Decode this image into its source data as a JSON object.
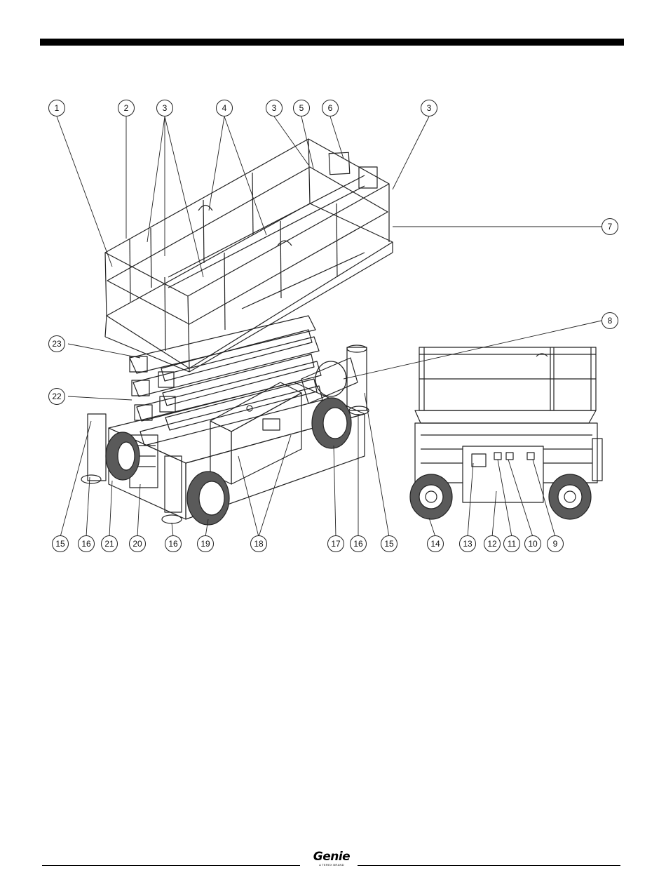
{
  "callouts": {
    "c1": "1",
    "c2": "2",
    "c3a": "3",
    "c4": "4",
    "c3b": "3",
    "c5": "5",
    "c6": "6",
    "c3c": "3",
    "c7": "7",
    "c8": "8",
    "c23": "23",
    "c22": "22",
    "c15a": "15",
    "c16a": "16",
    "c21": "21",
    "c20": "20",
    "c16b": "16",
    "c19": "19",
    "c18": "18",
    "c17": "17",
    "c16c": "16",
    "c15b": "15",
    "c14": "14",
    "c13": "13",
    "c12": "12",
    "c11": "11",
    "c10": "10",
    "c9": "9"
  },
  "logo": {
    "word": "Genie",
    "tagline": "A TEREX BRAND"
  },
  "colors": {
    "line": "#222222",
    "bar": "#000000",
    "tire": "#5a5a5a",
    "background": "#ffffff"
  }
}
